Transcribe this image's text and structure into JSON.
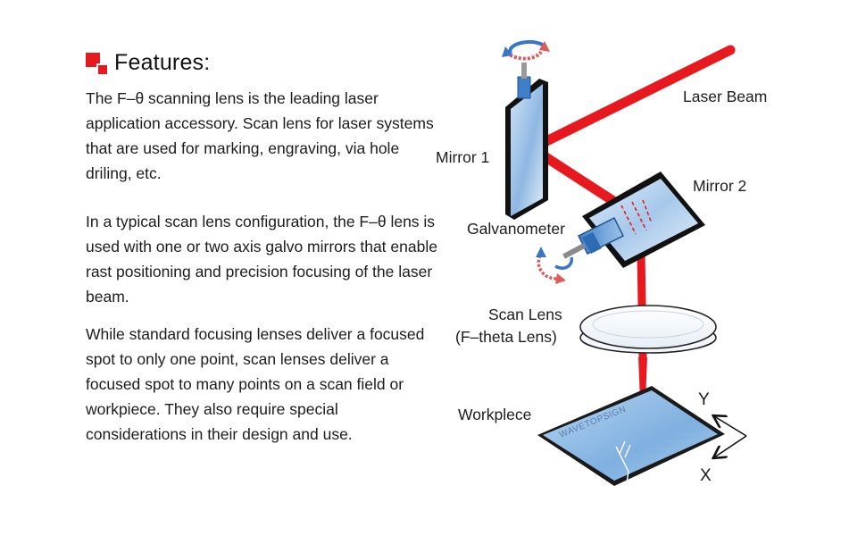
{
  "features": {
    "title": "Features:",
    "paragraphs": [
      "The F–θ scanning lens is the leading laser application accessory. Scan lens for laser systems that are used for marking, engraving, via hole driling, etc.",
      "In a typical scan lens configuration, the F–θ lens is used with one or two axis galvo mirrors that enable rast positioning and precision focusing of the laser beam.",
      "While standard focusing lenses deliver a focused spot to only one point, scan lenses deliver a focused spot to many points on a scan field or workpiece. They also require special considerations in their design and use."
    ]
  },
  "diagram": {
    "labels": {
      "laser_beam": "Laser Beam",
      "mirror_1": "Mirror 1",
      "mirror_2": "Mirror 2",
      "galvanometer": "Galvanometer",
      "scan_lens_line1": "Scan Lens",
      "scan_lens_line2": "(F–theta Lens)",
      "workpiece": "Workplece",
      "axis_y": "Y",
      "axis_x": "X"
    },
    "watermark": "WAVETOPSIGN",
    "colors": {
      "laser": "#e8191e",
      "accent": "#e8191e",
      "mirror_blue": "#8fb7e2",
      "rotation_red": "#e05a5a",
      "rotation_blue": "#3a76c4"
    }
  }
}
